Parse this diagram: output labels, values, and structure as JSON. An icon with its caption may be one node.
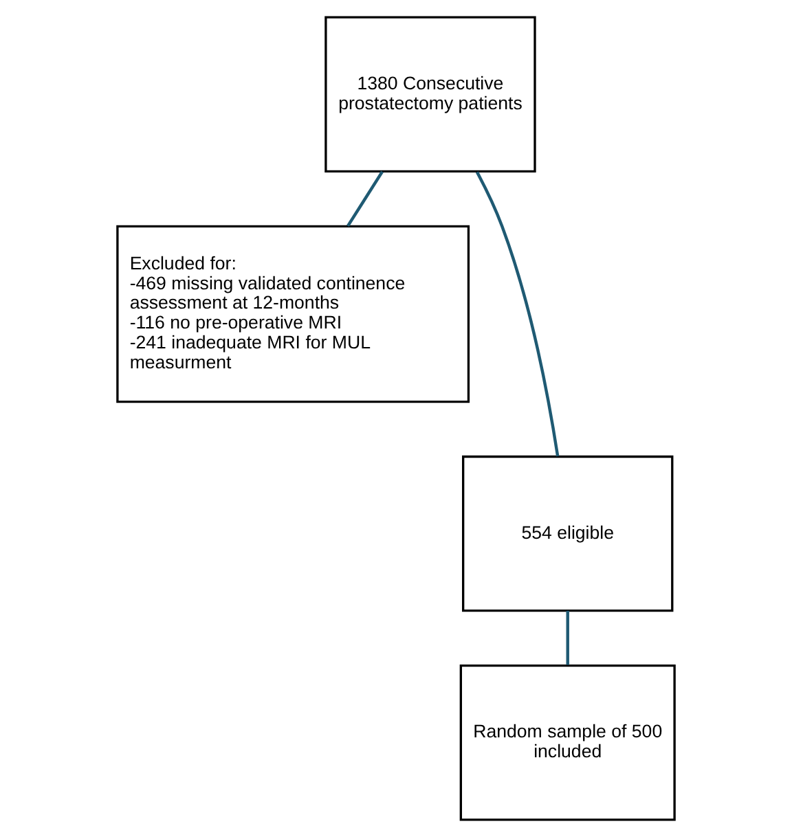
{
  "diagram": {
    "nodes": [
      {
        "text": [
          "1380 Consecutive prostatectomy patients"
        ]
      },
      {
        "text": [
          "Excluded for:",
          "-469 missing validated continence assessment at 12-months",
          "-116 no pre-operative MRI",
          "-241 inadequate MRI for MUL measurment"
        ]
      },
      {
        "text": [
          "554 eligible"
        ]
      },
      {
        "text": [
          "Random sample of 500 included"
        ]
      }
    ],
    "edges": [
      {
        "from": 0,
        "to": 2,
        "arrow": "none"
      },
      {
        "from": 0,
        "to": 1,
        "arrow": "none"
      },
      {
        "from": 2,
        "to": 3,
        "arrow": "none"
      }
    ]
  }
}
